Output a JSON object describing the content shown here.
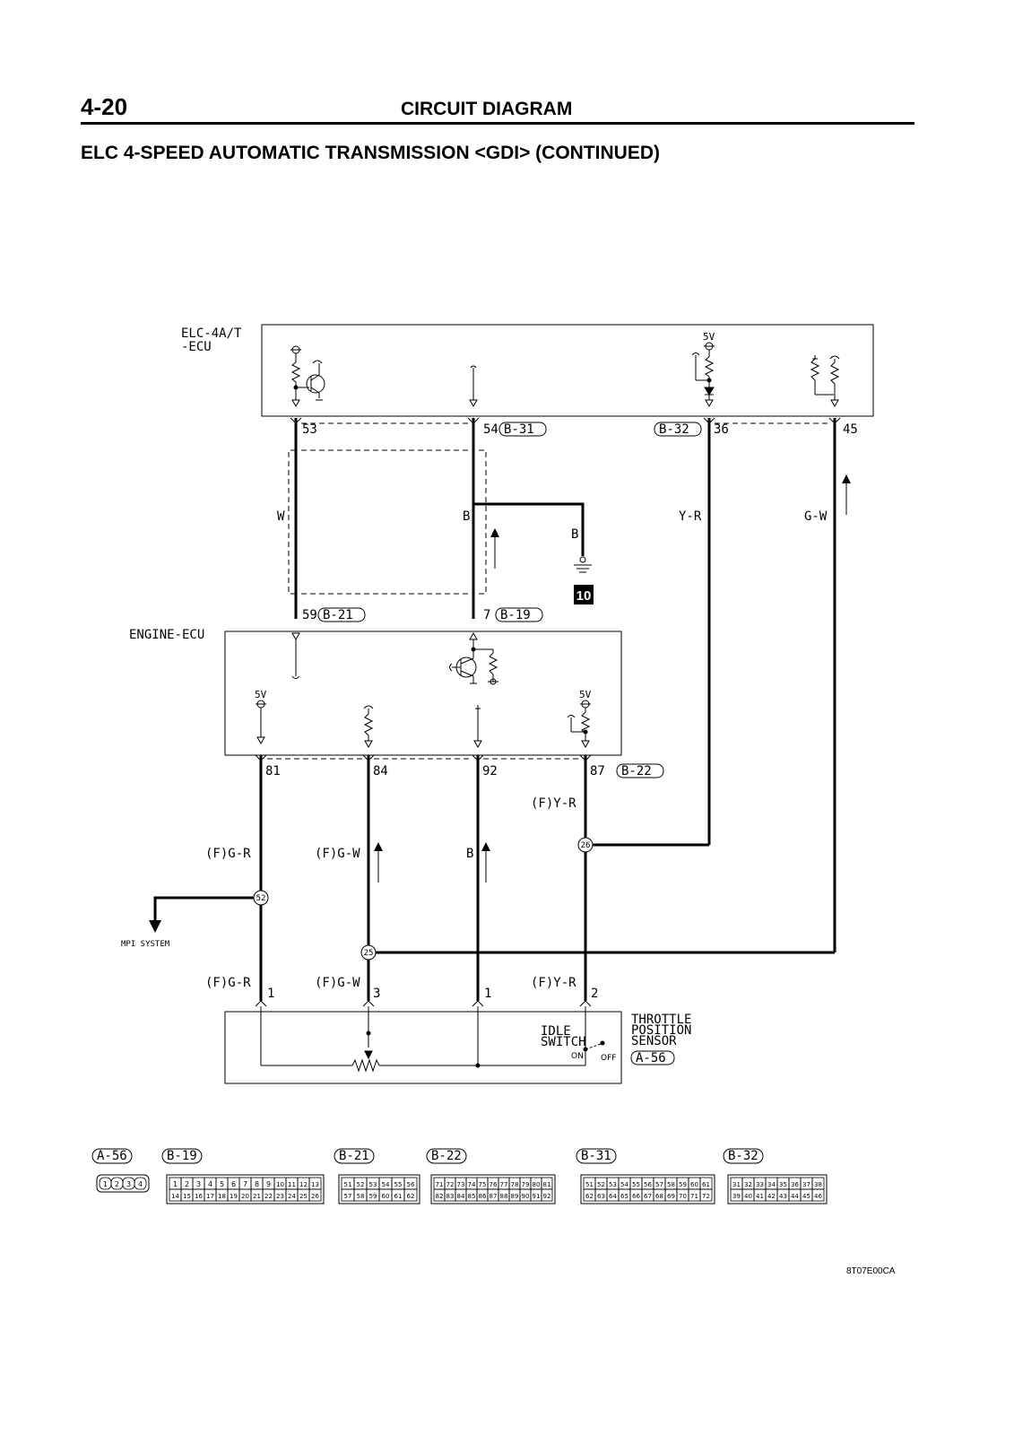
{
  "header": {
    "page_number": "4-20",
    "section_title": "CIRCUIT DIAGRAM",
    "diagram_title": "ELC 4-SPEED AUTOMATIC TRANSMISSION <GDI> (CONTINUED)"
  },
  "components": {
    "elc_ecu": [
      "ELC-4A/T",
      "-ECU"
    ],
    "engine_ecu": "ENGINE-ECU",
    "tps": [
      "THROTTLE",
      "POSITION",
      "SENSOR"
    ],
    "tps_connector": "A-56",
    "idle_switch": [
      "IDLE",
      "SWITCH"
    ],
    "idle_on": "ON",
    "idle_off": "OFF",
    "mpi_system": "MPI SYSTEM",
    "ground_number": "10",
    "five_volt": "5V"
  },
  "pins": {
    "p53": "53",
    "p54": "54",
    "p36": "36",
    "p45": "45",
    "p59": "59",
    "p7": "7",
    "p81": "81",
    "p84": "84",
    "p92": "92",
    "p87": "87",
    "t1a": "1",
    "t3": "3",
    "t1b": "1",
    "t2": "2"
  },
  "connectors_inline": {
    "b31": "B-31",
    "b32": "B-32",
    "b21": "B-21",
    "b19": "B-19",
    "b22": "B-22"
  },
  "wires": {
    "w": "W",
    "b": "B",
    "b_ground": "B",
    "yr": "Y-R",
    "gw": "G-W",
    "fyr": "(F)Y-R",
    "fgr": "(F)G-R",
    "fgw": "(F)G-W",
    "b_lower": "B",
    "fgr2": "(F)G-R",
    "fgw2": "(F)G-W",
    "fyr2": "(F)Y-R"
  },
  "junctions": {
    "j26": "26",
    "j52": "52",
    "j25": "25"
  },
  "connector_legend": [
    {
      "label": "A-56",
      "rows": [
        [
          "1",
          "2",
          "3",
          "4"
        ]
      ]
    },
    {
      "label": "B-19",
      "rows": [
        [
          "1",
          "2",
          "3",
          "4",
          "5",
          "6",
          "7",
          "8",
          "9",
          "10",
          "11",
          "12",
          "13"
        ],
        [
          "14",
          "15",
          "16",
          "17",
          "18",
          "19",
          "20",
          "21",
          "22",
          "23",
          "24",
          "25",
          "26"
        ]
      ]
    },
    {
      "label": "B-21",
      "rows": [
        [
          "51",
          "52",
          "53",
          "54",
          "55",
          "56"
        ],
        [
          "57",
          "58",
          "59",
          "60",
          "61",
          "62"
        ]
      ]
    },
    {
      "label": "B-22",
      "rows": [
        [
          "71",
          "72",
          "73",
          "74",
          "75",
          "76",
          "77",
          "78",
          "79",
          "80",
          "81"
        ],
        [
          "82",
          "83",
          "84",
          "85",
          "86",
          "87",
          "88",
          "89",
          "90",
          "91",
          "92"
        ]
      ]
    },
    {
      "label": "B-31",
      "rows": [
        [
          "51",
          "52",
          "53",
          "54",
          "55",
          "56",
          "57",
          "58",
          "59",
          "60",
          "61"
        ],
        [
          "62",
          "63",
          "64",
          "65",
          "66",
          "67",
          "68",
          "69",
          "70",
          "71",
          "72"
        ]
      ]
    },
    {
      "label": "B-32",
      "rows": [
        [
          "31",
          "32",
          "33",
          "34",
          "35",
          "36",
          "37",
          "38"
        ],
        [
          "39",
          "40",
          "41",
          "42",
          "43",
          "44",
          "45",
          "46"
        ]
      ]
    }
  ],
  "figure_code": "8T07E00CA"
}
